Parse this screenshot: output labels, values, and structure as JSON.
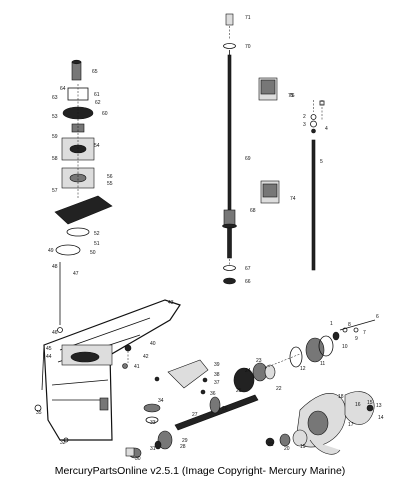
{
  "caption": "MercuryPartsOnline v2.5.1 (Image Copyright- Mercury Marine)",
  "callouts": [
    "71",
    "70",
    "75",
    "69",
    "68",
    "67",
    "66",
    "76",
    "2",
    "3",
    "4",
    "5",
    "74",
    "65",
    "63",
    "64",
    "62",
    "61",
    "60",
    "59",
    "58",
    "57",
    "56",
    "55",
    "54",
    "53",
    "52",
    "51",
    "50",
    "49",
    "48",
    "47",
    "46",
    "45",
    "44",
    "43",
    "42",
    "41",
    "40",
    "39",
    "38",
    "37",
    "36",
    "35",
    "34",
    "33",
    "32",
    "31",
    "30",
    "29",
    "28",
    "27",
    "26",
    "25",
    "24",
    "23",
    "22",
    "21",
    "20",
    "19",
    "18",
    "17",
    "16",
    "15",
    "14",
    "13",
    "12",
    "11",
    "10",
    "9",
    "8",
    "7",
    "6",
    "1"
  ]
}
